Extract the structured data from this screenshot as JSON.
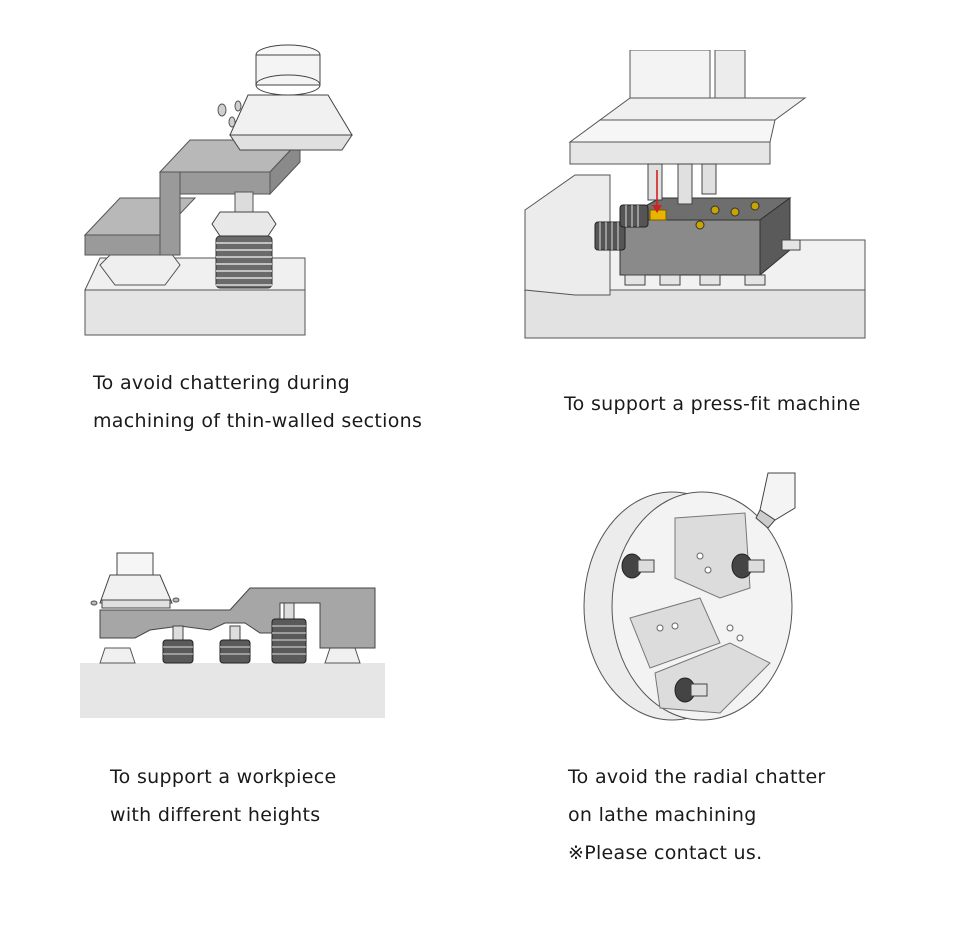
{
  "panels": [
    {
      "id": "thin-walled",
      "caption": [
        "To avoid chattering during",
        "machining of thin-walled sections"
      ]
    },
    {
      "id": "press-fit",
      "caption": [
        "To support a press-fit machine"
      ]
    },
    {
      "id": "different-heights",
      "caption": [
        "To support a workpiece",
        "with different heights"
      ]
    },
    {
      "id": "lathe",
      "caption": [
        "To avoid the radial chatter",
        "on lathe machining",
        "※Please contact us."
      ]
    }
  ],
  "colors": {
    "base": "#e6e6e6",
    "base_shadow": "#c9c9c9",
    "workpiece": "#a9a9a9",
    "workpiece_dark": "#8c8c8c",
    "metal_light": "#f2f2f2",
    "outline": "#444444",
    "spring": "#555555",
    "accent_yellow": "#e8b400",
    "accent_red": "#d22020"
  }
}
